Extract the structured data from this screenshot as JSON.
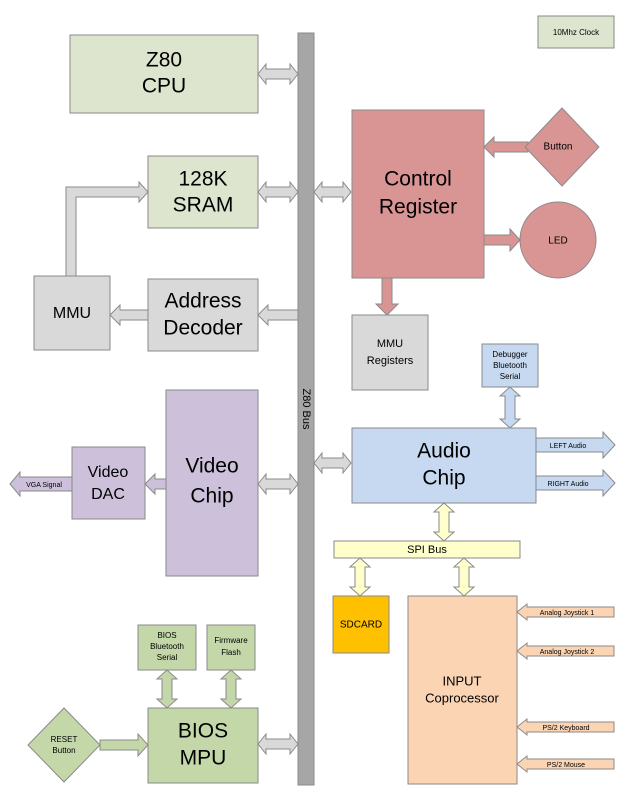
{
  "clock": {
    "label": "10Mhz Clock"
  },
  "bus": {
    "label": "Z80 Bus"
  },
  "blocks": {
    "cpu": {
      "line1": "Z80",
      "line2": "CPU"
    },
    "sram": {
      "line1": "128K",
      "line2": "SRAM"
    },
    "mmu": {
      "label": "MMU"
    },
    "decoder": {
      "line1": "Address",
      "line2": "Decoder"
    },
    "control": {
      "line1": "Control",
      "line2": "Register"
    },
    "button": {
      "label": "Button"
    },
    "led": {
      "label": "LED"
    },
    "mmu_regs": {
      "line1": "MMU",
      "line2": "Registers"
    },
    "video_chip": {
      "line1": "Video",
      "line2": "Chip"
    },
    "video_dac": {
      "line1": "Video",
      "line2": "DAC"
    },
    "audio": {
      "line1": "Audio",
      "line2": "Chip"
    },
    "debugger": {
      "line1": "Debugger",
      "line2": "Bluetooth",
      "line3": "Serial"
    },
    "spi_bus": {
      "label": "SPI Bus"
    },
    "sdcard": {
      "label": "SDCARD"
    },
    "input": {
      "line1": "INPUT",
      "line2": "Coprocessor"
    },
    "bios_bt": {
      "line1": "BIOS",
      "line2": "Bluetooth",
      "line3": "Serial"
    },
    "firmware": {
      "line1": "Firmware",
      "line2": "Flash"
    },
    "bios_mpu": {
      "line1": "BIOS",
      "line2": "MPU"
    },
    "reset": {
      "line1": "RESET",
      "line2": "Button"
    }
  },
  "signals": {
    "vga": "VGA Signal",
    "left_audio": "LEFT Audio",
    "right_audio": "RIGHT Audio",
    "joy1": "Analog Joystick 1",
    "joy2": "Analog Joystick 2",
    "keyboard": "PS/2 Keyboard",
    "mouse": "PS/2 Mouse"
  },
  "colors": {
    "green_light": "#dde5cf",
    "green_mid": "#c4d7a9",
    "red": "#d99594",
    "grey": "#d9d9d9",
    "purple": "#ccc0da",
    "blue": "#c6d9f1",
    "yellow": "#ffffcc",
    "orange": "#fbd4b4",
    "gold": "#ffc000",
    "bus": "#a6a6a6"
  }
}
